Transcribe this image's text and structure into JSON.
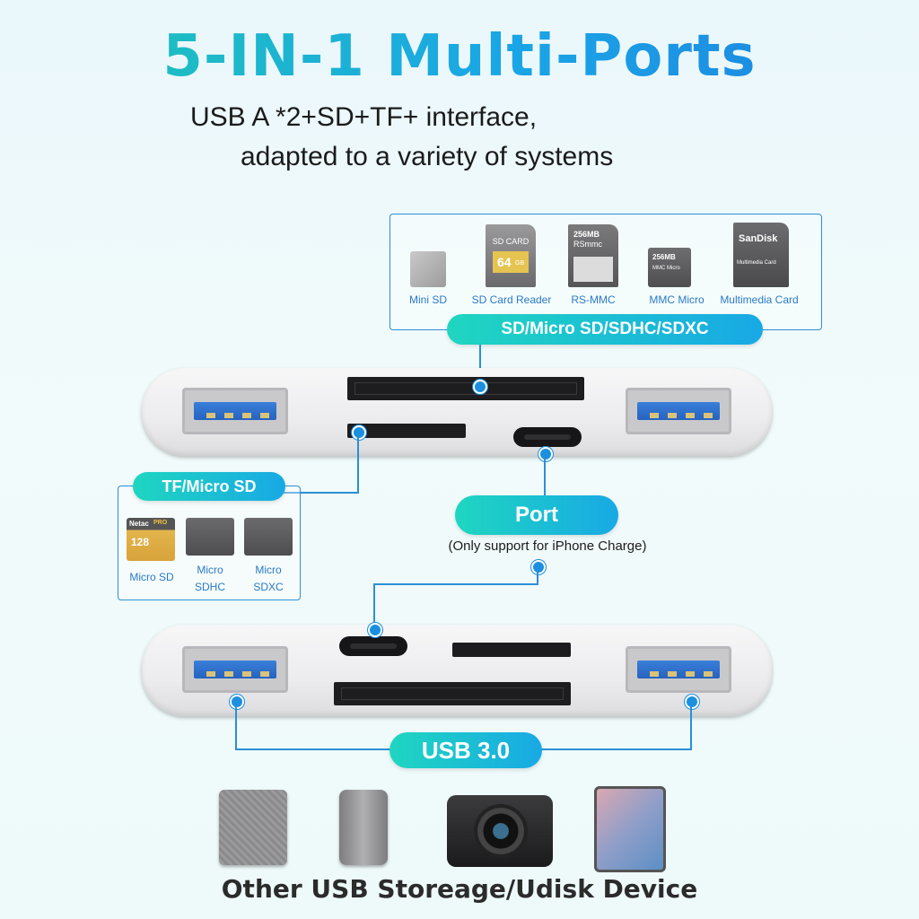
{
  "title": "5-IN-1 Multi-Ports",
  "subtitle_line1": "USB A *2+SD+TF+ interface,",
  "subtitle_line2": "adapted to a variety of systems",
  "sd_section": {
    "pill": "SD/Micro SD/SDHC/SDXC",
    "cards": [
      {
        "label": "Mini SD"
      },
      {
        "label": "SD Card Reader",
        "print1": "SD CARD",
        "print2": "64",
        "print3": "GB"
      },
      {
        "label": "RS-MMC",
        "print1": "256MB",
        "print2": "RSmmc"
      },
      {
        "label": "MMC Micro",
        "print1": "256MB",
        "print2": "MMC Micro"
      },
      {
        "label": "Multimedia Card",
        "print1": "SanDisk",
        "print2": "Multimedia Card"
      }
    ]
  },
  "tf_section": {
    "pill": "TF/Micro SD",
    "cards": [
      {
        "label": "Micro SD",
        "print1": "Netac",
        "print2": "PRO",
        "print3": "128"
      },
      {
        "label": "Micro\nSDHC"
      },
      {
        "label": "Micro\nSDXC"
      }
    ]
  },
  "port_section": {
    "pill": "Port",
    "note": "(Only support for iPhone Charge)"
  },
  "usb_section": {
    "pill": "USB 3.0"
  },
  "devices_caption": "Other USB Storeage/Udisk Device",
  "colors": {
    "accent_blue": "#2b8fd6",
    "pill_start": "#1fd6c0",
    "pill_end": "#18a9e5",
    "usb_blue": "#2563bf"
  }
}
